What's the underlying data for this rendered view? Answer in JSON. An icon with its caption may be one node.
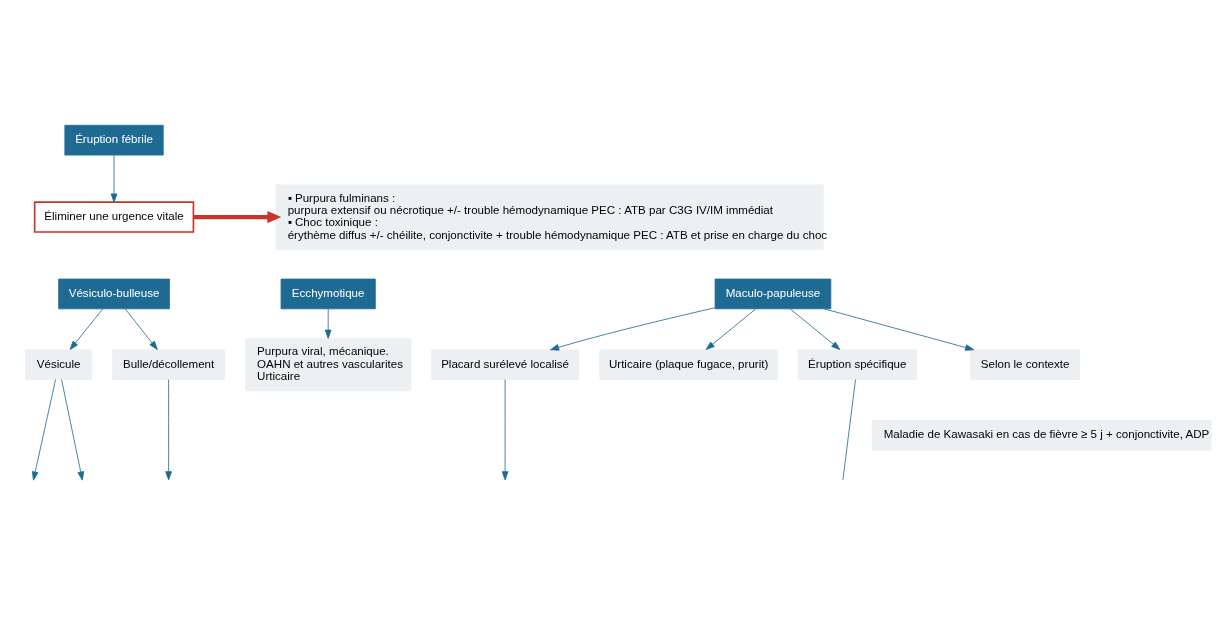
{
  "diagram": {
    "nodes": [
      {
        "text": [
          "Éruption fébrile"
        ]
      },
      {
        "text": [
          "Éliminer une urgence vitale"
        ]
      },
      {
        "text": [
          "▪ Purpura fulminans :",
          "purpura extensif ou nécrotique +/- trouble hémodynamique PEC : ATB par C3G IV/IM immédiat",
          "▪ Choc toxinique :",
          "érythème diffus +/- chéilite, conjonctivite + trouble hémodynamique PEC : ATB et prise en charge du choc"
        ]
      },
      {
        "text": [
          "Ecchymotique"
        ]
      },
      {
        "text": [
          "Vésiculo-bulleuse"
        ]
      },
      {
        "text": [
          "Maculo-papuleuse"
        ]
      },
      {
        "text": [
          "Purpura viral, mécanique.",
          "OAHN et autres vascularites",
          "Urticaire"
        ]
      },
      {
        "text": [
          "Vésicule"
        ]
      },
      {
        "text": [
          "Bulle/décollement"
        ]
      },
      {
        "text": [
          "Placard surélevé localisé"
        ]
      },
      {
        "text": [
          "Urticaire (plaque fugace, prurit)"
        ]
      },
      {
        "text": [
          "Éruption spécifique"
        ]
      },
      {
        "text": [
          "Selon le contexte"
        ]
      },
      {
        "text": [
          "Maladie de Kawasaki en cas de fièvre ≥ 5 j + conjonctivite, ADP"
        ]
      }
    ],
    "edges": [
      {
        "from": 0,
        "to": 1,
        "arrow": "to"
      },
      {
        "from": 1,
        "to": 2,
        "arrow": "to",
        "style": "thick",
        "color": "#c8352a"
      },
      {
        "from": 3,
        "to": 6,
        "arrow": "to"
      },
      {
        "from": 4,
        "to": 7,
        "arrow": "to"
      },
      {
        "from": 4,
        "to": 8,
        "arrow": "to"
      },
      {
        "from": 5,
        "to": 9,
        "arrow": "to"
      },
      {
        "from": 5,
        "to": 10,
        "arrow": "to"
      },
      {
        "from": 5,
        "to": 11,
        "arrow": "to"
      },
      {
        "from": 5,
        "to": 12,
        "arrow": "to"
      },
      {
        "from": 7,
        "to": null,
        "arrow": "to"
      },
      {
        "from": 7,
        "to": null,
        "arrow": "to"
      },
      {
        "from": 8,
        "to": null,
        "arrow": "to"
      },
      {
        "from": 9,
        "to": null,
        "arrow": "to"
      },
      {
        "from": 11,
        "to": null,
        "arrow": "none"
      }
    ]
  }
}
